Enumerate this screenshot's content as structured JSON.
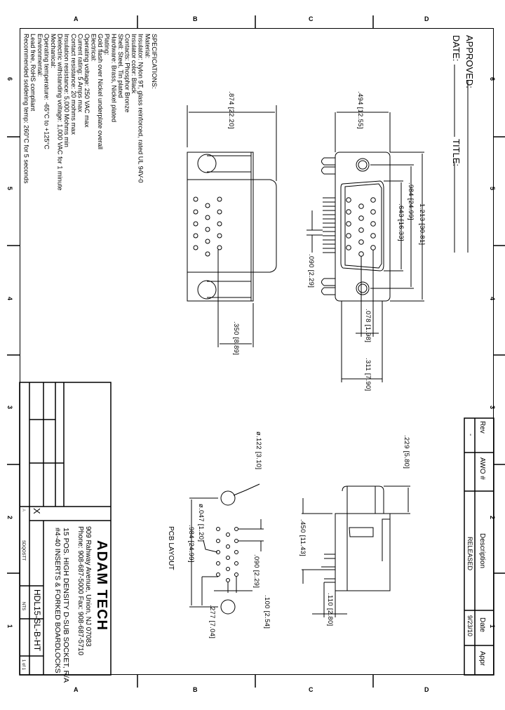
{
  "sheet": {
    "zone_letters": [
      "A",
      "B",
      "C",
      "D"
    ],
    "zone_numbers": [
      "6",
      "5",
      "4",
      "3",
      "2",
      "1"
    ]
  },
  "header": {
    "approved_label": "APPROVED:",
    "date_label": "DATE:",
    "title_label": "TITLE:"
  },
  "specifications": {
    "heading": "SPECIFICATIONS:",
    "lines": [
      "Material:",
      "Insulator: Nylon 9T, glass reinforced, rated UL 94V-0",
      "Insulator color: Black",
      "Contacts: Phosphor Bronze",
      "Shell: Steel, Tin plated",
      "Hardware: Brass, Nickel plated",
      "Plating:",
      "Gold flash over Nickel underplate overall",
      "Electrical:",
      "Operating voltage: 250 VAC max",
      "Current rating: 5 Amps max",
      "Contact resistance: 20 mohms max",
      "Insulation resistance: 5,000 Mohms min",
      "Dielectric withstanding voltage: 1,000 VAC for 1 minute",
      "Mechanical:",
      "Operating temperature: -65°C to +125°C",
      "Environmental:",
      "Lead free, RoHS compliant",
      "Recommended soldering temp: 260°C for 5 seconds"
    ]
  },
  "dimensions": {
    "front_view": {
      "overall_width": ".494 [12.55]",
      "height_overall": "1.213 [30.81]",
      "mount_hole_spacing": ".984 [24.99]",
      "shell_opening": ".643 [16.33]",
      "pin_pitch": ".090 [2.29]",
      "row_spacing": ".078 [1.98]",
      "depth": ".311 [7.90]"
    },
    "rear_view": {
      "width": ".874 [22.20]",
      "offset": ".350 [8.89]"
    },
    "side_view": {
      "shell_protrusion": ".229 [5.80]",
      "board_offset": ".450 [11.43]",
      "tail_length": ".110 [2.80]"
    },
    "pcb_layout": {
      "title": "PCB LAYOUT",
      "mount_hole_dia": "ø.122 [3.10]",
      "pin_hole_dia": "ø.047 [1.20]",
      "mount_spacing": ".984 [24.99]",
      "pin_pitch": ".090 [2.29]",
      "row_pitch": ".100 [2.54]",
      "hole_offset": ".277 [7.04]"
    }
  },
  "revision_table": {
    "headers": [
      "Rev",
      "AWO #",
      "Description",
      "Date",
      "Appr"
    ],
    "rows": [
      {
        "rev": "-",
        "awo": "",
        "description": "RELEASED",
        "date": "9/23/10",
        "appr": ""
      }
    ]
  },
  "title_block": {
    "company": "ADAM TECH",
    "address": "909 Rahway Avenue, Union, NJ 07083",
    "phone": "Phone: 908-687-5000 Fax: 908-687-5710",
    "description_line1": "15 POS. HIGH DENSITY D-SUB SOCKET, R/A",
    "description_line2": "#4-40 INSERTS & FORKED BOARDLOCKS",
    "part_number": "HDL15-SL-B-HT",
    "size": "A",
    "scale": "NTS",
    "sheet": "1 of 1",
    "drawing_no": "SDQOSTT",
    "mark": "X"
  }
}
